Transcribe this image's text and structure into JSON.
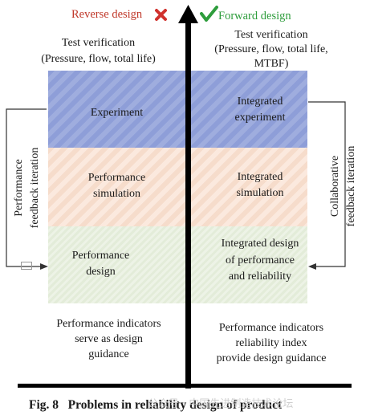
{
  "colors": {
    "reverse": "#c0392b",
    "forward": "#2e9d3c",
    "experiment_band": "#8e9ed8",
    "simulation_band": "#f6dccb",
    "design_band": "#e3ecd9"
  },
  "header": {
    "reverse_label": "Reverse design",
    "reverse_icon": "cross-mark-icon",
    "forward_label": "Forward design",
    "forward_icon": "check-mark-icon"
  },
  "left": {
    "test_title": "Test verification",
    "test_detail": "(Pressure, flow, total life)",
    "experiment": "Experiment",
    "simulation_1": "Performance",
    "simulation_2": "simulation",
    "design_1": "Performance",
    "design_2": "design",
    "guidance_1": "Performance indicators",
    "guidance_2": "serve as design",
    "guidance_3": "guidance",
    "loop_1": "Performance",
    "loop_2": "feedback iteration"
  },
  "right": {
    "test_title": "Test verification",
    "test_detail_1": "(Pressure, flow, total life,",
    "test_detail_2": "MTBF)",
    "experiment_1": "Integrated",
    "experiment_2": "experiment",
    "simulation_1": "Integrated",
    "simulation_2": "simulation",
    "design_1": "Integrated design",
    "design_2": "of performance",
    "design_3": "and reliability",
    "guidance_1": "Performance indicators",
    "guidance_2": "reliability index",
    "guidance_3": "provide design guidance",
    "loop_1": "Collaborative",
    "loop_2": "feedback iteration"
  },
  "caption": {
    "label": "Fig. 8",
    "text": "Problems in reliability design of product"
  },
  "watermark": "公众号 · 中国先进制造技术论坛"
}
